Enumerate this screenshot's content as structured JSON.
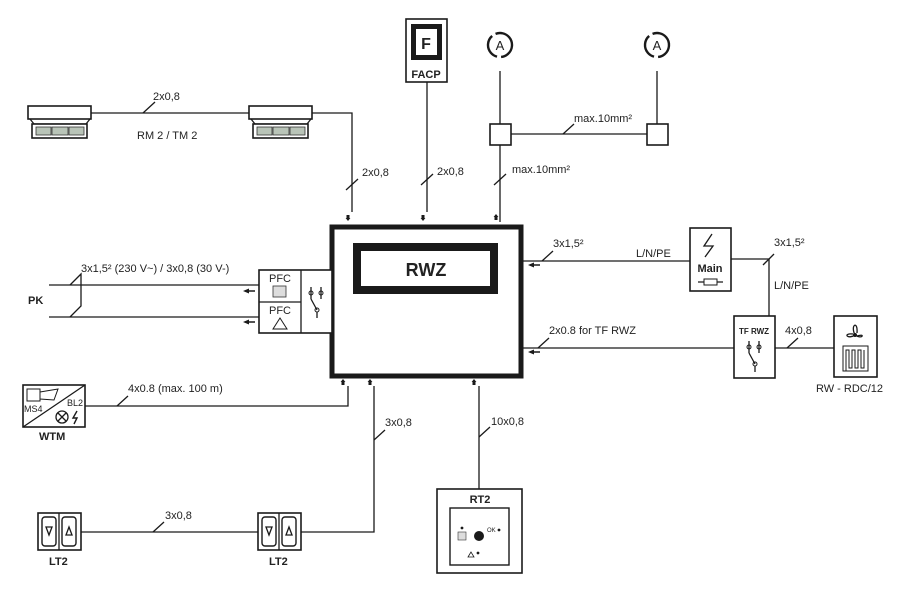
{
  "diagram": {
    "central_unit": "RWZ",
    "facp": {
      "icon_letter": "F",
      "label": "FACP"
    },
    "auto_symbol_letter": "A",
    "smoke_detectors": {
      "label": "RM 2 / TM 2",
      "cable": "2x0,8"
    },
    "cables": {
      "detectors_to_rwz": "2x0,8",
      "facp_to_rwz": "2x0,8",
      "auto_to_rwz": "max.10mm²",
      "auto_link": "max.10mm²",
      "pk": "3x1,5² (230 V~) / 3x0,8 (30 V-)",
      "mains_to_rwz": "3x1,5²",
      "mains_phase": "L/N/PE",
      "mains_out": "3x1,5²",
      "mains_down": "L/N/PE",
      "tf_to_rwz": "2x0.8 for TF RWZ",
      "tf_to_rw": "4x0,8",
      "wtm": "4x0.8 (max. 100 m)",
      "lt2_to_rwz": "3x0,8",
      "lt2_link": "3x0,8",
      "rt2": "10x0,8"
    },
    "pk": {
      "label": "PK",
      "pfc1": "PFC",
      "pfc2": "PFC"
    },
    "main": {
      "label": "Main"
    },
    "tf_rwz": {
      "label": "TF RWZ"
    },
    "rw": {
      "label": "RW - RDC/12"
    },
    "wtm": {
      "label": "WTM",
      "ms": "MS4",
      "bl": "BL2"
    },
    "lt2": [
      {
        "label": "LT2"
      },
      {
        "label": "LT2"
      }
    ],
    "rt2": {
      "label": "RT2",
      "ok": "OK"
    }
  }
}
